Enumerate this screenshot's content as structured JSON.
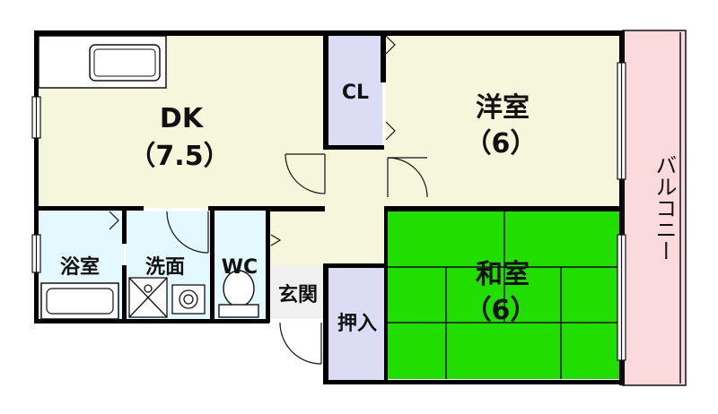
{
  "rooms": {
    "dk": {
      "name": "DK",
      "size": "（7.5）"
    },
    "cl": {
      "name": "CL"
    },
    "yoshitsu": {
      "name": "洋室",
      "size": "（6）"
    },
    "washitsu": {
      "name": "和室",
      "size": "（6）"
    },
    "bathroom": {
      "name": "浴室"
    },
    "washroom": {
      "name": "洗面"
    },
    "wc": {
      "name": "WC"
    },
    "entrance": {
      "name": "玄関"
    },
    "oshiire": {
      "name": "押入"
    },
    "balcony": {
      "name": "バルコニー"
    }
  },
  "colors": {
    "wall": "#000000",
    "dk_floor": "#f6f6dc",
    "yoshitsu_floor": "#f6f6dc",
    "cl_floor": "#dcdcf5",
    "oshiire_floor": "#dcdcf5",
    "washitsu_floor": "#22dd00",
    "bath_floor": "#e4f8ff",
    "entrance_floor": "#f0f0f0",
    "balcony_floor": "#fadadd"
  }
}
